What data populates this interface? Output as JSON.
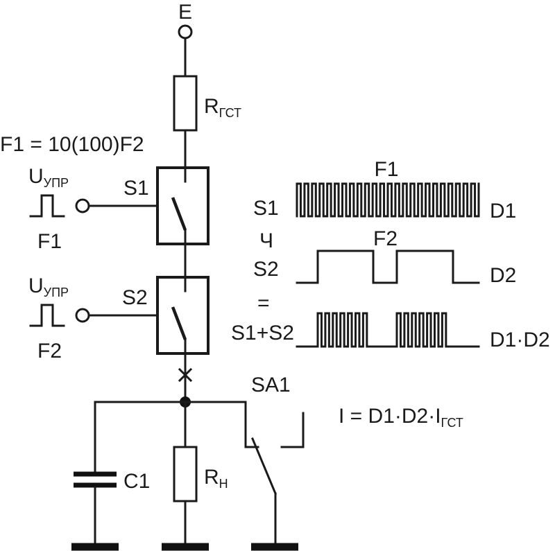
{
  "labels": {
    "supply": "E",
    "r_gst_main": "R",
    "r_gst_sub": "ГСТ",
    "freq_relation": "F1 = 10(100)F2",
    "u_ctrl_1_main": "U",
    "u_ctrl_1_sub": "УПР",
    "u_ctrl_2_main": "U",
    "u_ctrl_2_sub": "УПР",
    "f1_input": "F1",
    "f2_input": "F2",
    "s1": "S1",
    "s2": "S2",
    "c1": "C1",
    "rn_main": "R",
    "rn_sub": "Н",
    "sa1": "SA1",
    "formula_main": "I = D1·D2·I",
    "formula_sub": "ГСТ"
  },
  "timing": {
    "f1_title": "F1",
    "f2_title": "F2",
    "row1_left": "S1",
    "row1_right": "D1",
    "op_and": "Ч",
    "row2_left": "S2",
    "row2_right": "D2",
    "op_eq": "=",
    "row3_left": "S1+S2",
    "row3_right": "D1·D2"
  }
}
